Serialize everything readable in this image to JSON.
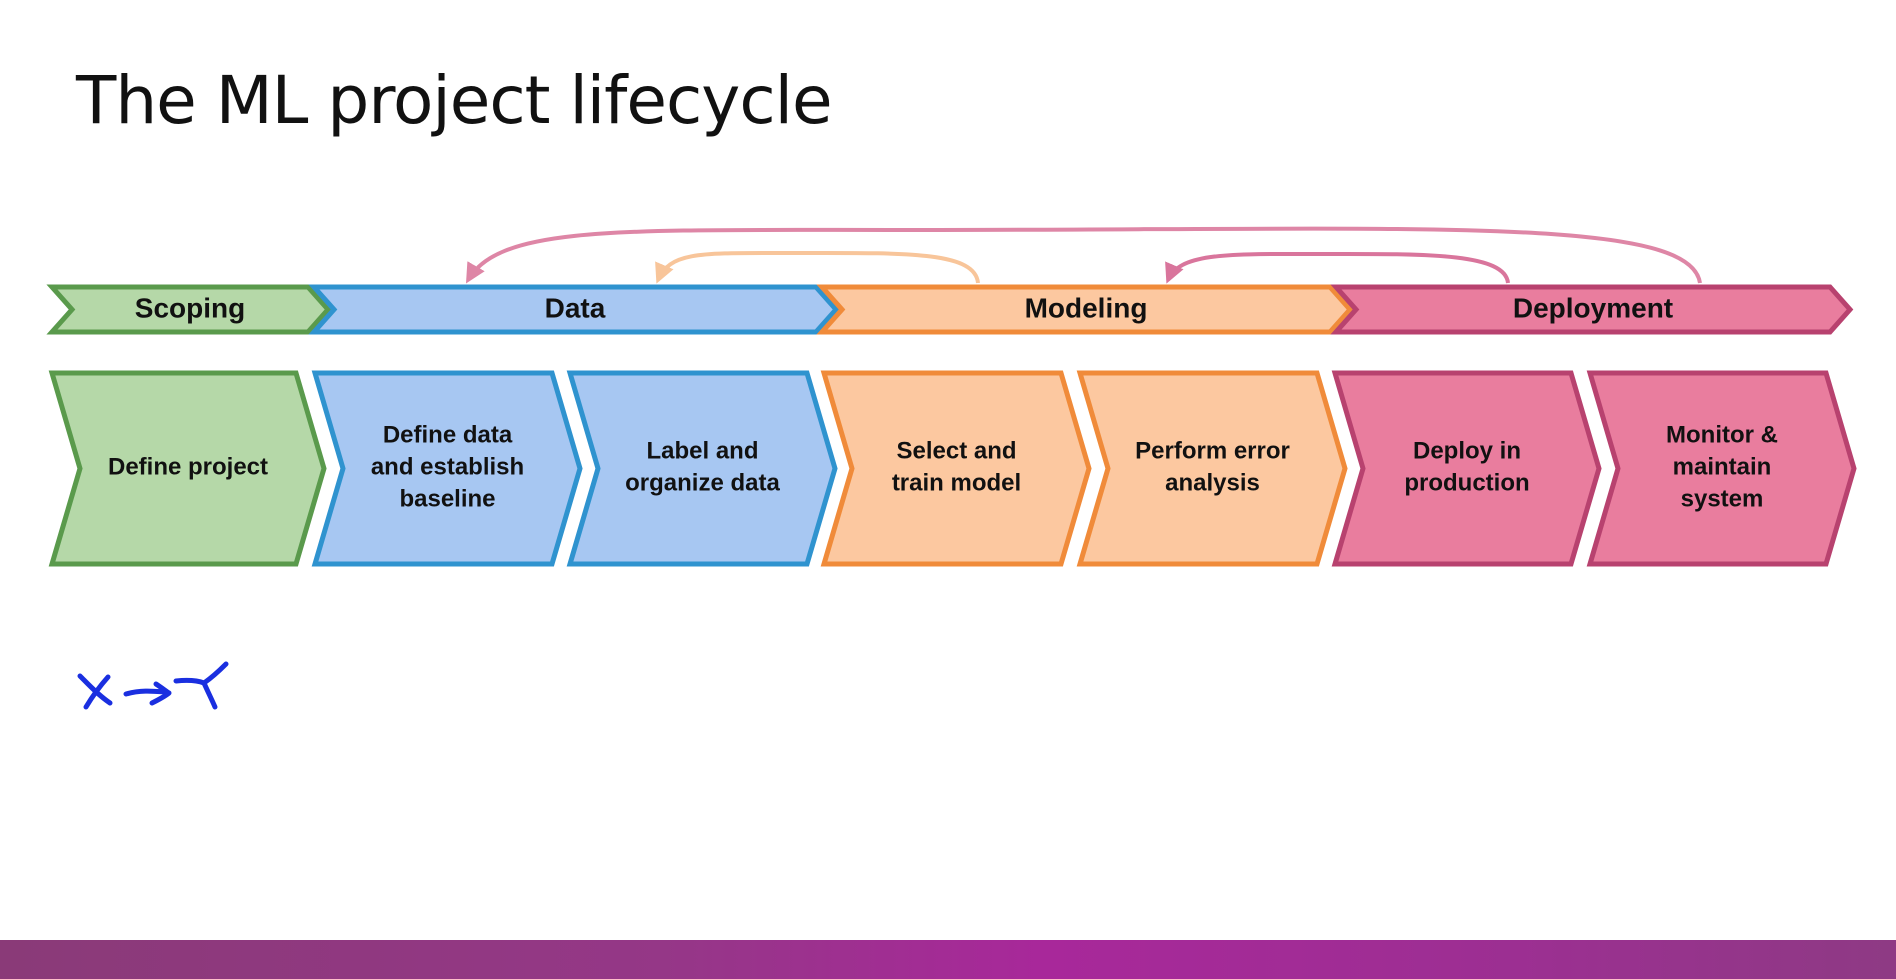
{
  "title": "The ML project lifecycle",
  "phases": [
    {
      "label": "Scoping",
      "fill": "#b5d8a8",
      "stroke": "#5a9a4c"
    },
    {
      "label": "Data",
      "fill": "#a7c7f2",
      "stroke": "#2f93cf"
    },
    {
      "label": "Modeling",
      "fill": "#fcc8a0",
      "stroke": "#f08b3a"
    },
    {
      "label": "Deployment",
      "fill": "#e97d9e",
      "stroke": "#b8426f"
    }
  ],
  "steps": [
    {
      "lines": [
        "Define project"
      ],
      "phase": 0
    },
    {
      "lines": [
        "Define data",
        "and establish",
        "baseline"
      ],
      "phase": 1
    },
    {
      "lines": [
        "Label and",
        "organize data"
      ],
      "phase": 1
    },
    {
      "lines": [
        "Select and",
        "train model"
      ],
      "phase": 2
    },
    {
      "lines": [
        "Perform error",
        "analysis"
      ],
      "phase": 2
    },
    {
      "lines": [
        "Deploy in",
        "production"
      ],
      "phase": 3
    },
    {
      "lines": [
        "Monitor &",
        "maintain",
        "system"
      ],
      "phase": 3
    }
  ],
  "feedback_arrows": [
    {
      "from": "Modeling",
      "to": "Data",
      "color": "#f8c59a"
    },
    {
      "from": "Deployment",
      "to": "Modeling",
      "color": "#d9759c"
    },
    {
      "from": "Deployment",
      "to": "Data",
      "color": "#de86a6"
    }
  ],
  "handwriting": {
    "text": "x → y",
    "color": "#1a2fe0"
  }
}
